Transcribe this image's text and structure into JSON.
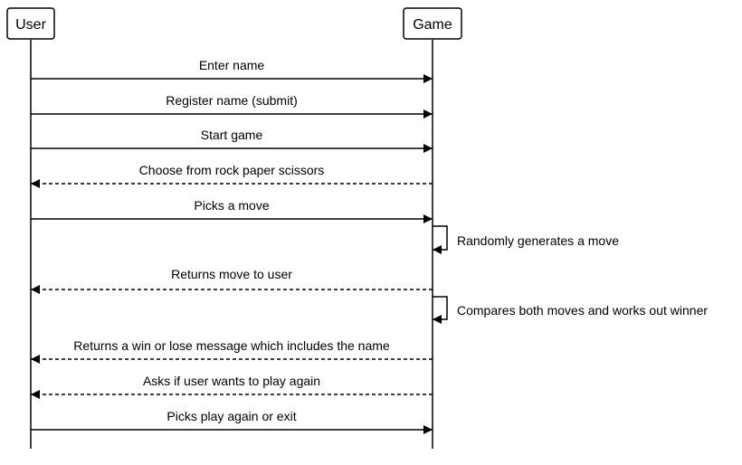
{
  "participants": [
    {
      "id": "user",
      "label": "User"
    },
    {
      "id": "game",
      "label": "Game"
    }
  ],
  "messages": [
    {
      "from": "user",
      "to": "game",
      "label": "Enter name",
      "style": "solid"
    },
    {
      "from": "user",
      "to": "game",
      "label": "Register name (submit)",
      "style": "solid"
    },
    {
      "from": "user",
      "to": "game",
      "label": "Start game",
      "style": "solid"
    },
    {
      "from": "game",
      "to": "user",
      "label": "Choose from rock paper scissors",
      "style": "dashed"
    },
    {
      "from": "user",
      "to": "game",
      "label": "Picks a move",
      "style": "solid"
    },
    {
      "from": "game",
      "to": "game",
      "label": "Randomly generates a move",
      "style": "solid"
    },
    {
      "from": "game",
      "to": "user",
      "label": "Returns move to user",
      "style": "dashed"
    },
    {
      "from": "game",
      "to": "game",
      "label": "Compares both moves and works out winner",
      "style": "solid"
    },
    {
      "from": "game",
      "to": "user",
      "label": "Returns a win or lose message which includes the name",
      "style": "dashed"
    },
    {
      "from": "game",
      "to": "user",
      "label": "Asks if user wants to play again",
      "style": "dashed"
    },
    {
      "from": "user",
      "to": "game",
      "label": "Picks play again or exit",
      "style": "solid"
    }
  ]
}
